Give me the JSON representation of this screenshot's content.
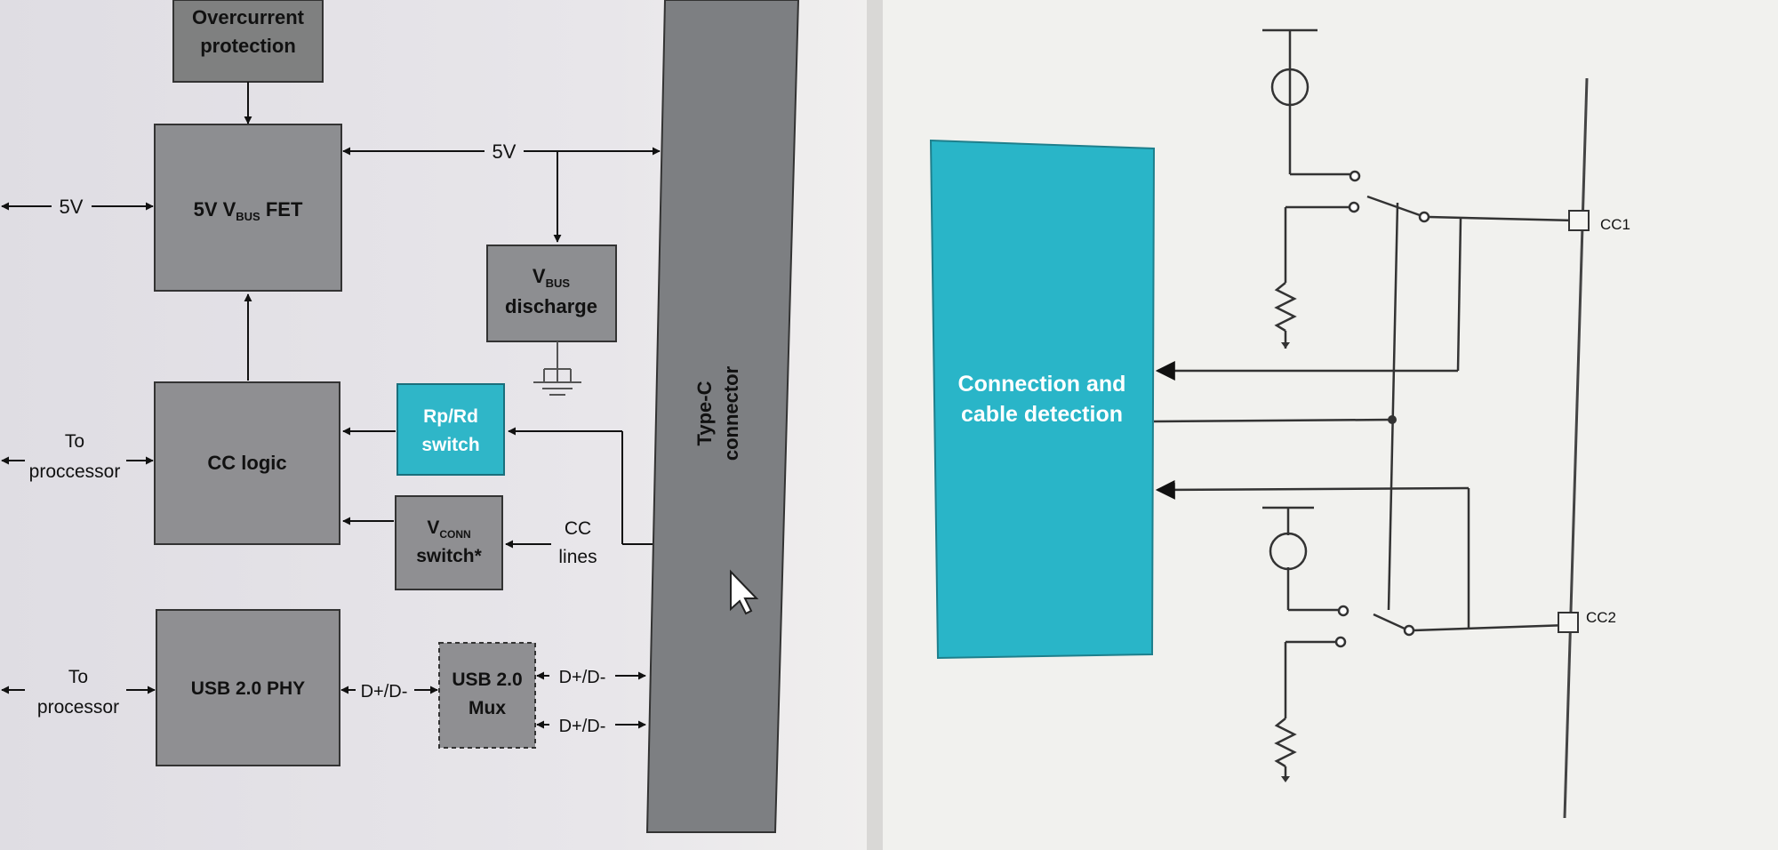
{
  "left_diagram": {
    "overcurrent": {
      "line1": "Overcurrent",
      "line2": "protection"
    },
    "vbus_fet": {
      "main": "5V V",
      "sub": "BUS",
      "suffix": " FET"
    },
    "vbus_discharge": {
      "main": "V",
      "sub": "BUS",
      "line2": "discharge"
    },
    "cc_logic": "CC logic",
    "rprd_switch": {
      "line1": "Rp/Rd",
      "line2": "switch"
    },
    "vconn_switch": {
      "main": "V",
      "sub": "CONN",
      "line2": "switch*"
    },
    "usb_phy": "USB 2.0 PHY",
    "usb_mux": {
      "line1": "USB 2.0",
      "line2": "Mux"
    },
    "connector": {
      "line1": "Type-C",
      "line2": "connector"
    },
    "label_5v_left": "5V",
    "label_5v_top": "5V",
    "to_processor_1": {
      "line1": "To",
      "line2": "proccessor"
    },
    "to_processor_2": {
      "line1": "To",
      "line2": "processor"
    },
    "cc_lines": {
      "line1": "CC",
      "line2": "lines"
    },
    "dplus_dminus_1": "D+/D-",
    "dplus_dminus_2": "D+/D-",
    "dplus_dminus_3": "D+/D-"
  },
  "right_diagram": {
    "detection_block": {
      "line1": "Connection and",
      "line2": "cable detection"
    },
    "cc1": "CC1",
    "cc2": "CC2"
  },
  "colors": {
    "block_gray": "#8f8f92",
    "connector_gray": "#7d7f82",
    "teal": "#29b5c8",
    "left_bg": "#e6e3e8",
    "right_bg": "#f1f1ee"
  }
}
